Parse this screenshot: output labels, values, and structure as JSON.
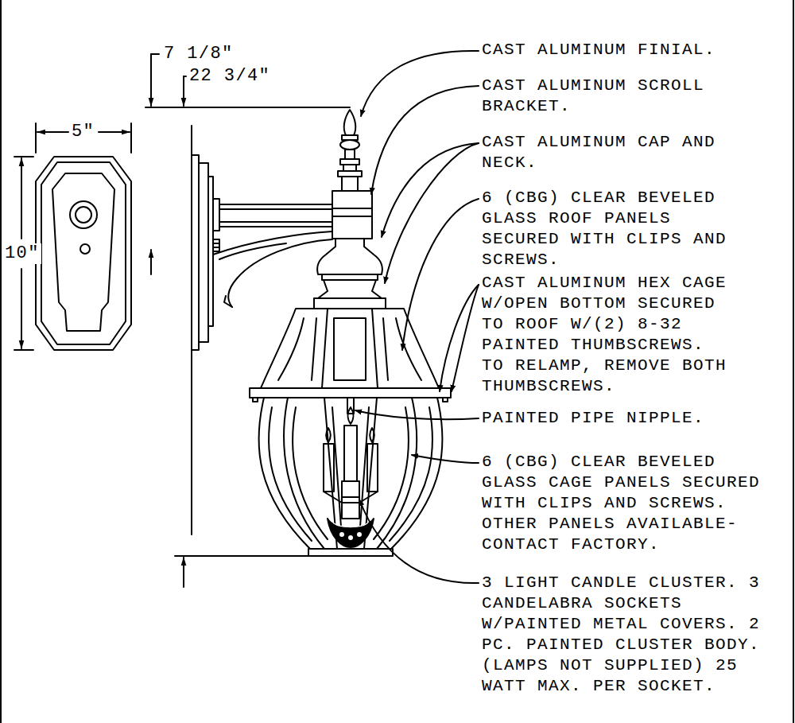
{
  "diagram": {
    "labels": [
      "7 1/8\"",
      "22 3/4\"",
      "5\"",
      "10\"",
      "CAST ALUMINUM FINIAL.",
      "CAST ALUMINUM SCROLL BRACKET.",
      "CAST ALUMINUM CAP AND NECK.",
      "6 (CBG) CLEAR BEVELED GLASS ROOF PANELS SECURED WITH CLIPS AND SCREWS.",
      "CAST ALUMINUM HEX CAGE W/OPEN BOTTOM SECURED TO ROOF W/(2) 8-32 PAINTED THUMBSCREWS. TO RELAMP, REMOVE BOTH THUMBSCREWS.",
      "PAINTED PIPE NIPPLE.",
      "6 (CBG) CLEAR BEVELED GLASS CAGE PANELS SECURED WITH CLIPS AND SCREWS. OTHER PANELS AVAILABLE-CONTACT FACTORY.",
      "3 LIGHT CANDLE CLUSTER. 3 CANDELABRA SOCKETS W/PAINTED METAL COVERS. 2 PC. PAINTED CLUSTER BODY. (LAMPS NOT SUPPLIED) 25 WATT MAX. PER SOCKET."
    ]
  }
}
